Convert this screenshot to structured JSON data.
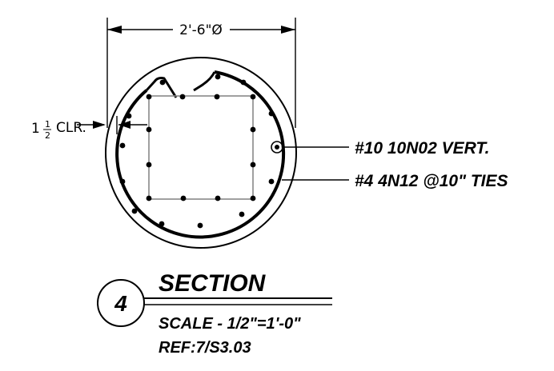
{
  "dimension": {
    "diameter_label": "2'-6\"Ø",
    "clearance_whole": "1",
    "clearance_numerator": "1",
    "clearance_denominator": "2",
    "clearance_suffix": "CLR."
  },
  "callouts": {
    "vertical_bars": "#10 10N02  VERT.",
    "ties": "#4 4N12 @10\" TIES"
  },
  "section": {
    "number": "4",
    "title": "SECTION",
    "scale": "SCALE - 1/2\"=1'-0\"",
    "reference": "REF:7/S3.03"
  },
  "colors": {
    "line": "#000000",
    "inner_tie": "#888888",
    "background": "#ffffff"
  }
}
